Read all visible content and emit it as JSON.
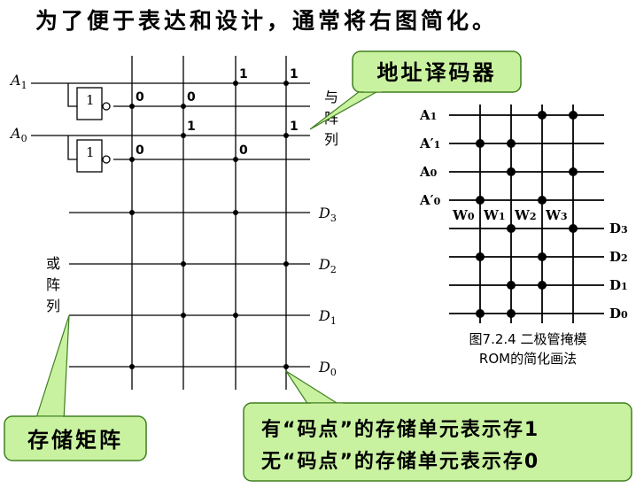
{
  "title": "为了便于表达和设计，通常将右图简化。",
  "left": {
    "a1_letter": "A",
    "a1_sub": "1",
    "a0_letter": "A",
    "a0_sub": "0",
    "gate1_label": "1",
    "gate2_label": "1",
    "dot_values": {
      "r1_c3": "1",
      "r1_c4": "1",
      "r2_c1": "0",
      "r2_c2": "0",
      "r3_c2": "1",
      "r3_c4": "1",
      "r4_c1": "0",
      "r4_c3": "0"
    },
    "and_array_label": [
      "与",
      "阵",
      "列"
    ],
    "or_array_label": [
      "或",
      "阵",
      "列"
    ],
    "d_outputs": [
      {
        "letter": "D",
        "sub": "3"
      },
      {
        "letter": "D",
        "sub": "2"
      },
      {
        "letter": "D",
        "sub": "1"
      },
      {
        "letter": "D",
        "sub": "0"
      }
    ]
  },
  "callouts": {
    "decoder": "地址译码器",
    "storage_matrix": "存储矩阵",
    "note_line1": "有“码点”的存储单元表示存1",
    "note_line2": "无“码点”的存储单元表示存0"
  },
  "right": {
    "input_labels": [
      {
        "letter": "A",
        "mark": "",
        "sub": "1"
      },
      {
        "letter": "A",
        "mark": "′",
        "sub": "1"
      },
      {
        "letter": "A",
        "mark": "",
        "sub": "0"
      },
      {
        "letter": "A",
        "mark": "′",
        "sub": "0"
      }
    ],
    "word_labels": [
      {
        "letter": "W",
        "sub": "0"
      },
      {
        "letter": "W",
        "sub": "1"
      },
      {
        "letter": "W",
        "sub": "2"
      },
      {
        "letter": "W",
        "sub": "3"
      }
    ],
    "output_labels": [
      {
        "letter": "D",
        "sub": "3"
      },
      {
        "letter": "D",
        "sub": "2"
      },
      {
        "letter": "D",
        "sub": "1"
      },
      {
        "letter": "D",
        "sub": "0"
      }
    ],
    "caption_line1": "图7.2.4 二极管掩模",
    "caption_line2": "ROM的简化画法"
  },
  "colors": {
    "callout_fill": "#c9f2a0",
    "callout_stroke": "#3f7f1f",
    "line": "#000000"
  }
}
